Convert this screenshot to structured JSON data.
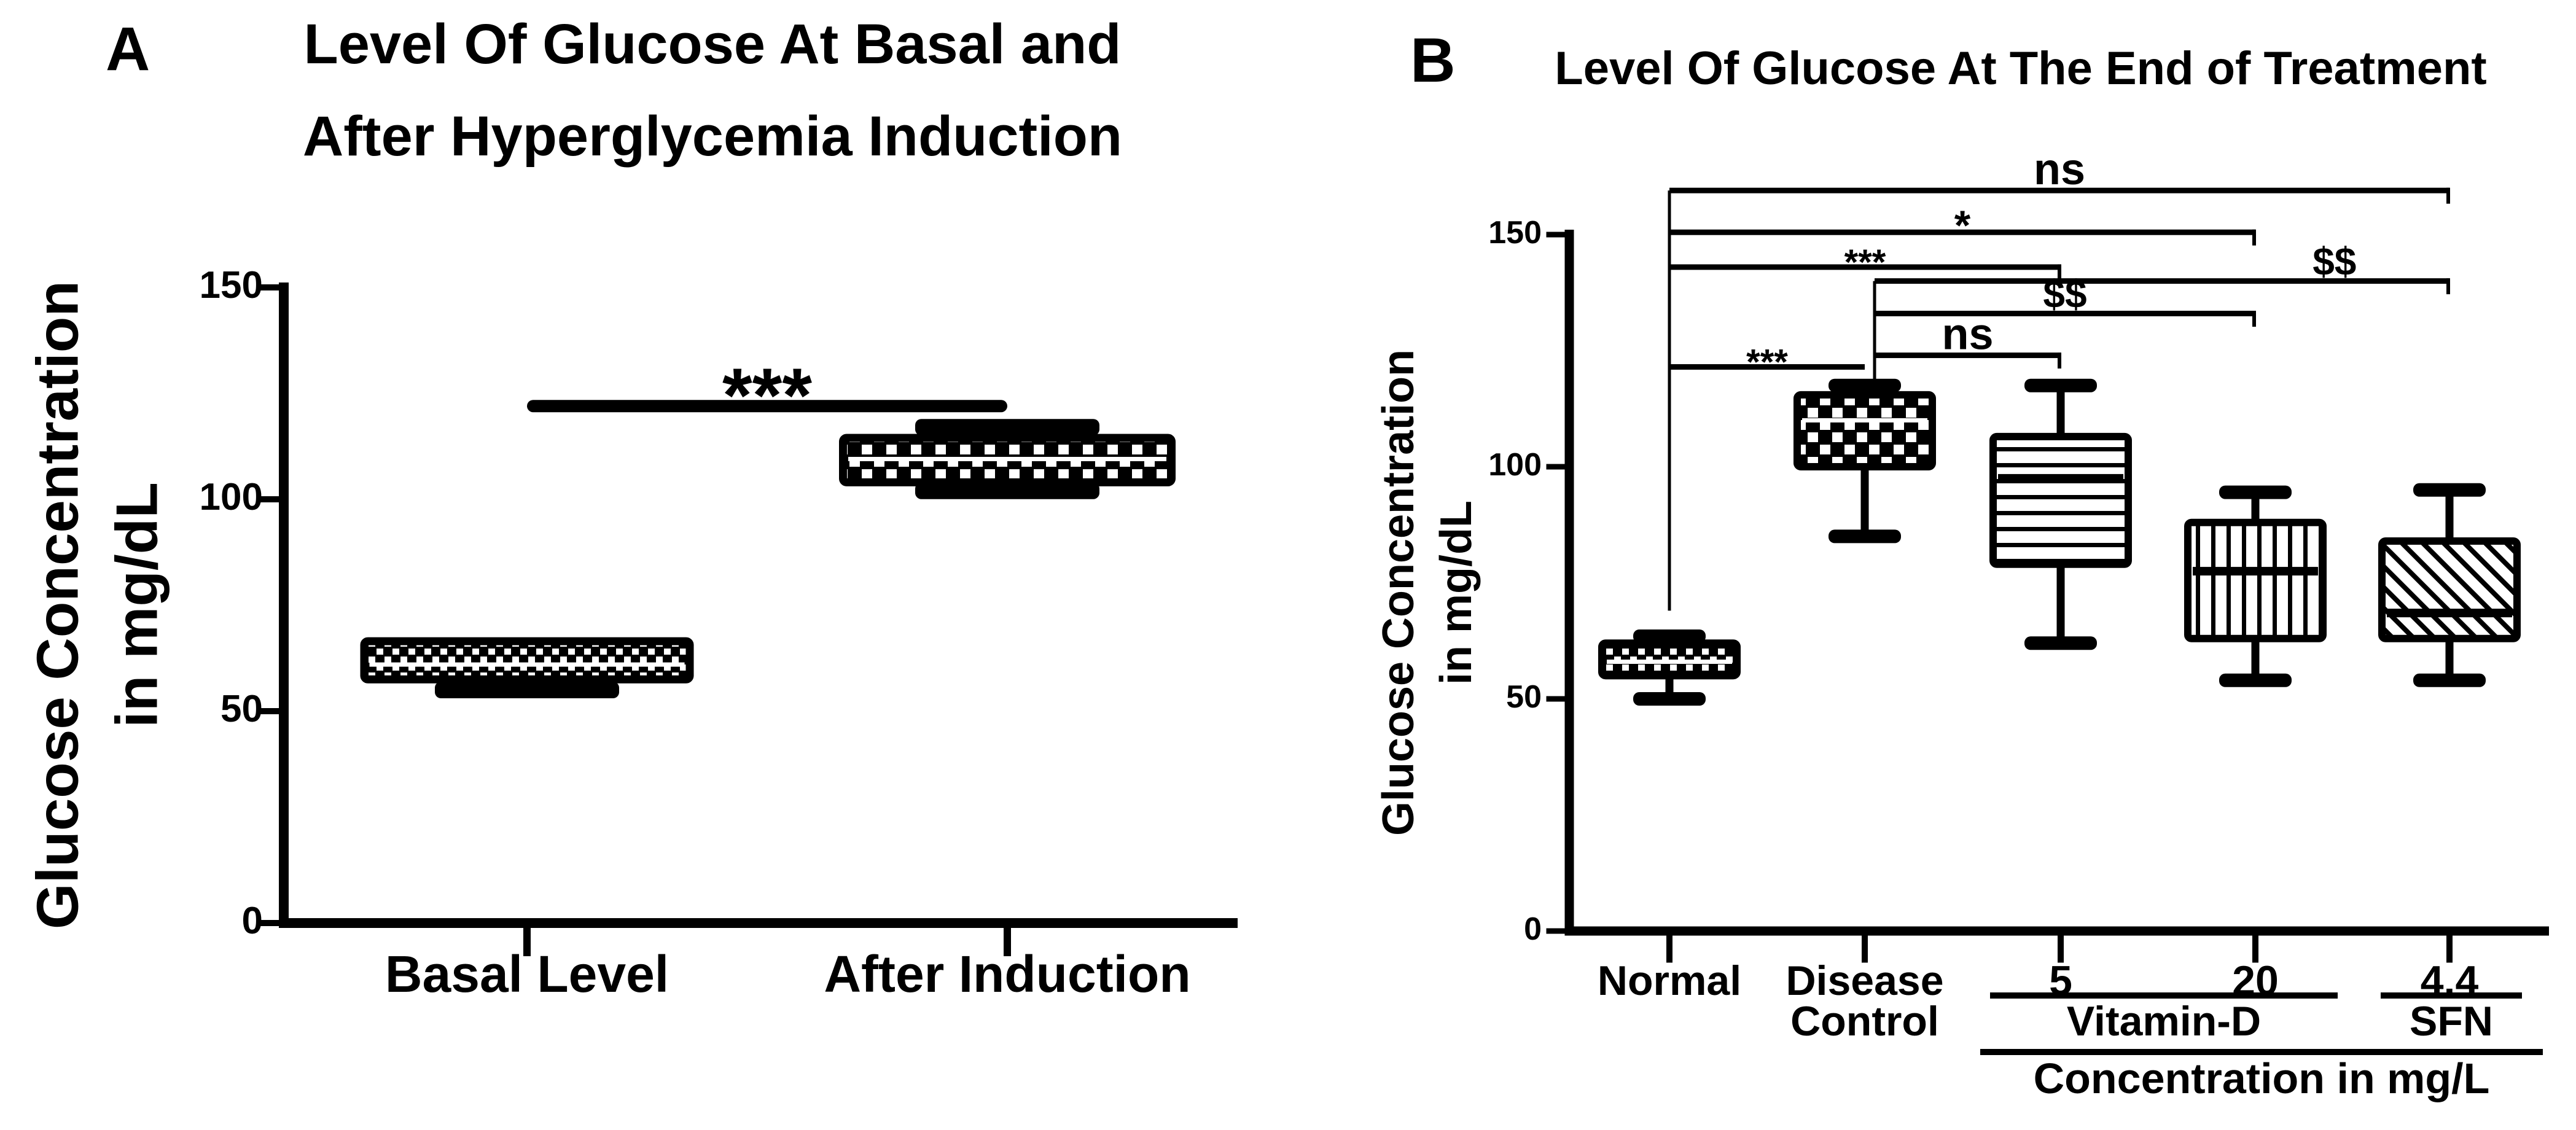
{
  "figure_caption": "Glucose concentration box plots",
  "chart_data": [
    {
      "type": "box",
      "panel_label": "A",
      "title": "Level Of Glucose At Basal and After Hyperglycemia Induction",
      "title_line1": "Level Of Glucose At Basal and",
      "title_line2": "After Hyperglycemia Induction",
      "ylabel": "Glucose Concentration in mg/dL",
      "ylabel_line1": "Glucose Concentration",
      "ylabel_line2": "in mg/dL",
      "ylim": [
        0,
        150
      ],
      "yticks": [
        0,
        50,
        100,
        150
      ],
      "ytick_labels": [
        "0",
        "50",
        "100",
        "150"
      ],
      "grid": false,
      "categories": [
        "Basal Level",
        "After Induction"
      ],
      "boxes": [
        {
          "category": "Basal Level",
          "min": 55,
          "q1": 57.5,
          "median": 61,
          "q3": 66.5,
          "max": 66.5,
          "pattern": "fine-checkerboard"
        },
        {
          "category": "After Induction",
          "min": 102,
          "q1": 104,
          "median": 109.5,
          "q3": 114.5,
          "max": 117,
          "pattern": "coarse-checkerboard"
        }
      ],
      "significance": [
        {
          "label": "***",
          "from": "Basal Level",
          "to": "After Induction",
          "height": 122
        }
      ]
    },
    {
      "type": "box",
      "panel_label": "B",
      "title": "Level Of Glucose At The End of Treatment",
      "ylabel": "Glucose Concentration in mg/dL",
      "ylabel_line1": "Glucose Concentration",
      "ylabel_line2": "in mg/dL",
      "ylim": [
        0,
        150
      ],
      "yticks": [
        0,
        50,
        100,
        150
      ],
      "ytick_labels": [
        "0",
        "50",
        "100",
        "150"
      ],
      "grid": false,
      "categories": [
        "Normal",
        "Disease",
        "5",
        "20",
        "4.4"
      ],
      "category_second_lines": [
        "",
        "Control",
        "",
        "",
        ""
      ],
      "boxes": [
        {
          "category": "Normal",
          "min": 50,
          "q1": 55,
          "median": 58,
          "q3": 62,
          "max": 63.5,
          "pattern": "fine-checkerboard"
        },
        {
          "category": "Disease Control",
          "min": 85,
          "q1": 100,
          "median": 110,
          "q3": 115.5,
          "max": 117.5,
          "pattern": "coarse-checkerboard"
        },
        {
          "category": "5",
          "min": 62,
          "q1": 79,
          "median": 97.5,
          "q3": 106.5,
          "max": 117.5,
          "pattern": "horizontal-lines"
        },
        {
          "category": "20",
          "min": 54,
          "q1": 63,
          "median": 77.5,
          "q3": 88,
          "max": 94.5,
          "pattern": "vertical-lines"
        },
        {
          "category": "4.4",
          "min": 54,
          "q1": 63,
          "median": 68.5,
          "q3": 84,
          "max": 95,
          "pattern": "diagonal-lines"
        }
      ],
      "significance": [
        {
          "label": "***",
          "from": "Normal",
          "to": "Disease",
          "height": 121.5,
          "end_tick": false
        },
        {
          "label": "ns",
          "from": "Disease",
          "to": "5",
          "height": 124
        },
        {
          "label": "$$",
          "from": "Disease",
          "to": "20",
          "height": 133
        },
        {
          "label": "$$",
          "from": "Disease",
          "to": "4.4",
          "height": 140,
          "label_frac": 0.8
        },
        {
          "label": "***",
          "from": "Normal",
          "to": "5",
          "height": 143
        },
        {
          "label": "*",
          "from": "Normal",
          "to": "20",
          "height": 150.5
        },
        {
          "label": "ns",
          "from": "Normal",
          "to": "4.4",
          "height": 159.5
        }
      ],
      "group_annotations": [
        {
          "label": "Vitamin-D",
          "spans": [
            "5",
            "20"
          ]
        },
        {
          "label": "SFN",
          "spans": [
            "4.4"
          ]
        },
        {
          "label": "Concentration in mg/L",
          "spans": [
            "5",
            "20",
            "4.4"
          ]
        }
      ],
      "colors": {
        "ink": "#000000",
        "background": "#ffffff"
      }
    }
  ]
}
